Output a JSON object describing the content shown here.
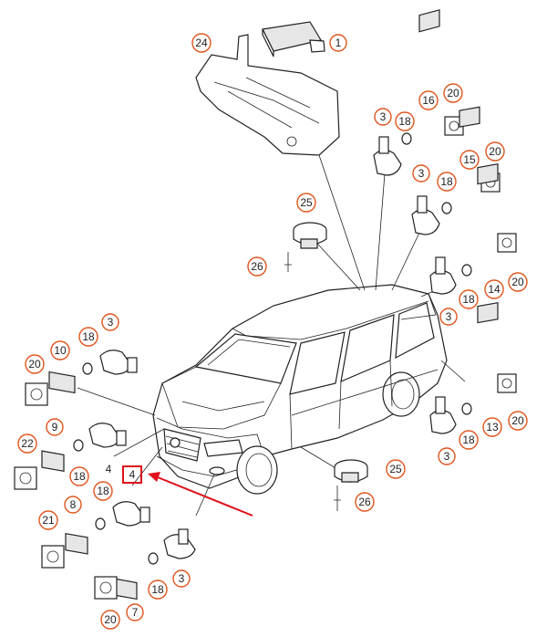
{
  "diagram": {
    "callouts": [
      {
        "id": "c1",
        "text": "1"
      },
      {
        "id": "c24",
        "text": "24"
      },
      {
        "id": "c3a",
        "text": "3"
      },
      {
        "id": "c18a",
        "text": "18"
      },
      {
        "id": "c16",
        "text": "16"
      },
      {
        "id": "c20a",
        "text": "20"
      },
      {
        "id": "c3b",
        "text": "3"
      },
      {
        "id": "c18b",
        "text": "18"
      },
      {
        "id": "c15",
        "text": "15"
      },
      {
        "id": "c20b",
        "text": "20"
      },
      {
        "id": "c25a",
        "text": "25"
      },
      {
        "id": "c26a",
        "text": "26"
      },
      {
        "id": "c20c",
        "text": "20"
      },
      {
        "id": "c14",
        "text": "14"
      },
      {
        "id": "c18c",
        "text": "18"
      },
      {
        "id": "c3c",
        "text": "3"
      },
      {
        "id": "c3d",
        "text": "3"
      },
      {
        "id": "c18d",
        "text": "18"
      },
      {
        "id": "c10",
        "text": "10"
      },
      {
        "id": "c20d",
        "text": "20"
      },
      {
        "id": "c20e",
        "text": "20"
      },
      {
        "id": "c13",
        "text": "13"
      },
      {
        "id": "c18e",
        "text": "18"
      },
      {
        "id": "c3e",
        "text": "3"
      },
      {
        "id": "c22",
        "text": "22"
      },
      {
        "id": "c9",
        "text": "9"
      },
      {
        "id": "c18f",
        "text": "18"
      },
      {
        "id": "c25b",
        "text": "25"
      },
      {
        "id": "c26b",
        "text": "26"
      },
      {
        "id": "c18g",
        "text": "18"
      },
      {
        "id": "c8",
        "text": "8"
      },
      {
        "id": "c21",
        "text": "21"
      },
      {
        "id": "c18h",
        "text": "18"
      },
      {
        "id": "c3f",
        "text": "3"
      },
      {
        "id": "c7",
        "text": "7"
      },
      {
        "id": "c20f",
        "text": "20"
      }
    ],
    "plain_labels": [
      {
        "id": "p4a",
        "text": "4"
      }
    ],
    "highlighted": {
      "id": "h4",
      "text": "4"
    },
    "colors": {
      "callout": "#e0541c",
      "highlight": "#e0101a",
      "line": "#222222"
    }
  }
}
